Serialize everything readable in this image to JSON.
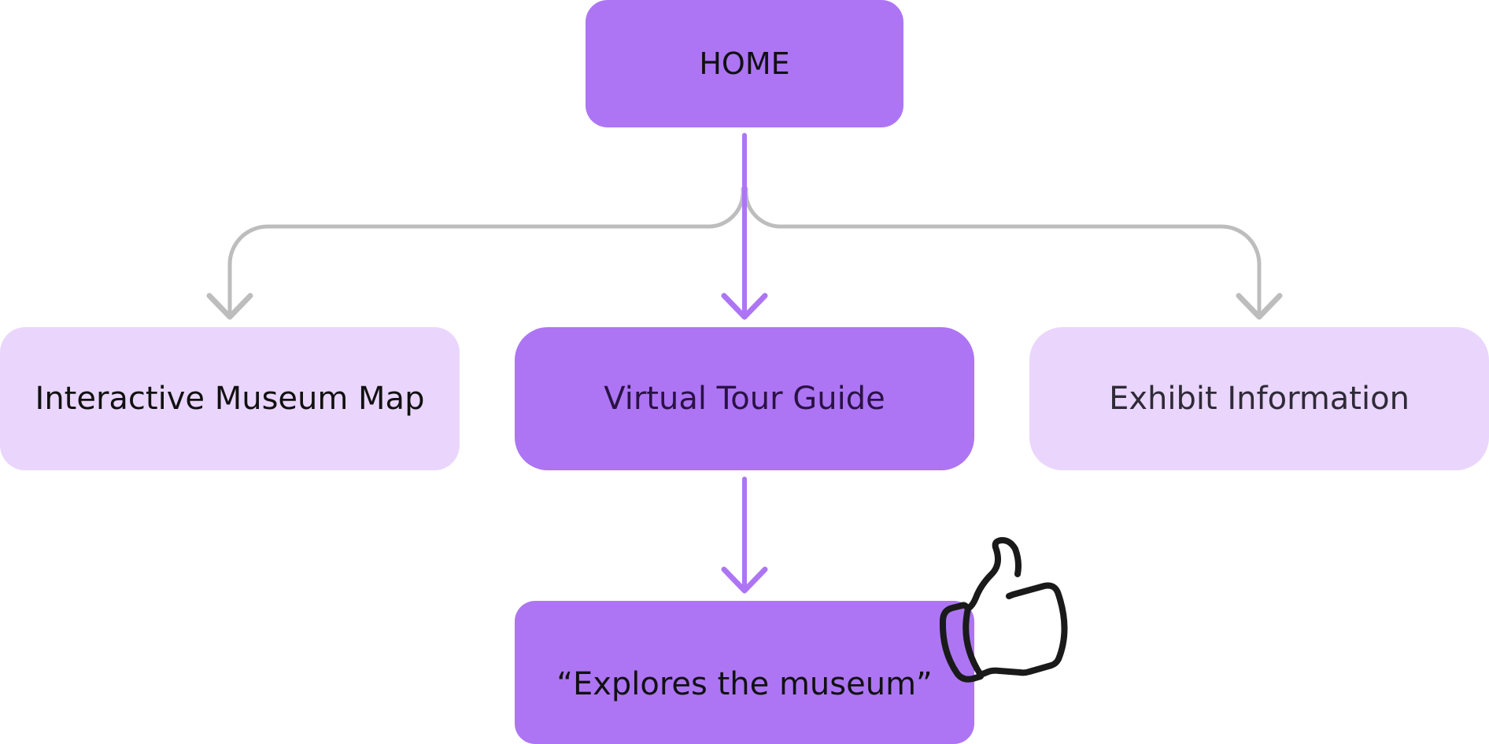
{
  "nodes": {
    "home": "HOME",
    "map": "Interactive Museum Map",
    "tour": "Virtual Tour Guide",
    "exhibit": "Exhibit Information",
    "explore": "“Explores the museum”"
  },
  "colors": {
    "primary_node": "#ad75f4",
    "secondary_node": "#ead6fc",
    "primary_connector": "#ad75f4",
    "secondary_connector": "#bdbdbd",
    "icon_stroke": "#1a1a1a"
  },
  "icons": {
    "reaction": "thumbs-up-icon"
  },
  "edges": [
    {
      "from": "HOME",
      "to": "Interactive Museum Map",
      "style": "secondary"
    },
    {
      "from": "HOME",
      "to": "Virtual Tour Guide",
      "style": "primary"
    },
    {
      "from": "HOME",
      "to": "Exhibit Information",
      "style": "secondary"
    },
    {
      "from": "Virtual Tour Guide",
      "to": "“Explores the museum”",
      "style": "primary"
    }
  ]
}
